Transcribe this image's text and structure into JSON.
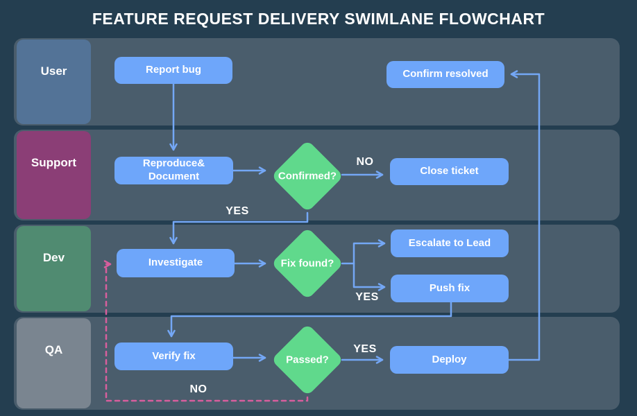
{
  "title": "FEATURE REQUEST DELIVERY SWIMLANE FLOWCHART",
  "lanes": [
    {
      "id": "user",
      "label": "User",
      "color": "#537397"
    },
    {
      "id": "support",
      "label": "Support",
      "color": "#8B3E76"
    },
    {
      "id": "dev",
      "label": "Dev",
      "color": "#508B71"
    },
    {
      "id": "qa",
      "label": "QA",
      "color": "#7A8590"
    }
  ],
  "nodes": {
    "report_bug": {
      "label": "Report bug",
      "type": "process",
      "lane": "user"
    },
    "confirm_resolved": {
      "label": "Confirm resolved",
      "type": "process",
      "lane": "user"
    },
    "reproduce_document": {
      "lines": [
        "Reproduce&",
        "Document"
      ],
      "type": "process",
      "lane": "support"
    },
    "confirmed": {
      "label": "Confirmed?",
      "type": "decision",
      "lane": "support"
    },
    "close_ticket": {
      "label": "Close ticket",
      "type": "process",
      "lane": "support"
    },
    "investigate": {
      "label": "Investigate",
      "type": "process",
      "lane": "dev"
    },
    "fix_found": {
      "label": "Fix found?",
      "type": "decision",
      "lane": "dev"
    },
    "escalate_to_lead": {
      "label": "Escalate to Lead",
      "type": "process",
      "lane": "dev"
    },
    "push_fix": {
      "label": "Push fix",
      "type": "process",
      "lane": "dev"
    },
    "verify_fix": {
      "label": "Verify fix",
      "type": "process",
      "lane": "qa"
    },
    "passed": {
      "label": "Passed?",
      "type": "decision",
      "lane": "qa"
    },
    "deploy": {
      "label": "Deploy",
      "type": "process",
      "lane": "qa"
    }
  },
  "edge_labels": {
    "confirmed_no": "NO",
    "confirmed_yes": "YES",
    "fix_found_yes": "YES",
    "passed_yes": "YES",
    "passed_no": "NO"
  },
  "colors": {
    "background": "#243E50",
    "lane_background": "#4A5D6C",
    "process_fill": "#6EA6FA",
    "decision_fill": "#60D98C",
    "connector": "#74A7F5",
    "loop_connector": "#D85E9D",
    "text": "#FFFFFF"
  }
}
